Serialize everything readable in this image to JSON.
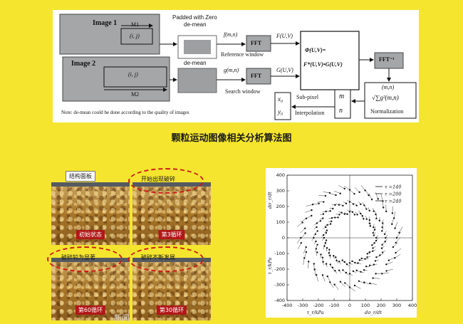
{
  "flow": {
    "image1": "Image 1",
    "image2": "Image 2",
    "m1": "M1",
    "m2": "M2",
    "ij_1": "(i, j)",
    "ij_2": "(i, j)",
    "padded_title_1": "Padded with Zero",
    "padded_title_2": "de-mean",
    "demean_2": "de-mean",
    "f_mn": "f(m,n)",
    "g_mn": "g(m,n)",
    "fft_1": "FFT",
    "fft_2": "FFT",
    "F_UV": "F(U,V)",
    "G_UV": "G(U,V)",
    "reference_window": "Reference window",
    "search_window": "Search window",
    "phi_line1": "Φ(U,V)=",
    "phi_line2": "F*(U,V)•G(U,V)",
    "fft_inv": "FFT⁻¹",
    "norm_top": "(m,n)",
    "norm_formula": "√∑g²(m,n)",
    "normalization": "Normalization",
    "subpixel": "Sub-pixel",
    "interpolation": "Interpolation",
    "x0": "x₀",
    "y0": "y₀",
    "m": "m",
    "n": "n",
    "note": "Note: de-mean could be done according to the quality of images"
  },
  "title": "颗粒运动图像相关分析算法图",
  "photos": {
    "structure_plate": "结构面板",
    "breaking_begins": "开始出现破碎",
    "breaking_obvious": "破碎较为显著",
    "breaking_develops": "破碎不断发展",
    "initial_state": "初始状态",
    "cycle_3": "第3循环",
    "cycle_60": "第60循环",
    "cycle_30": "第30循环"
  },
  "watermark": "新闻",
  "chart_data": {
    "type": "scatter",
    "x_ticks": [
      "-400",
      "-300",
      "-200",
      "-100",
      "0",
      "100",
      "200",
      "300",
      "400"
    ],
    "y_ticks": [
      "400",
      "300",
      "200",
      "100",
      "0",
      "-100",
      "-200",
      "-300",
      "-400"
    ],
    "xlim": [
      -400,
      400
    ],
    "ylim": [
      -400,
      400
    ],
    "xlabel_left": "τ_r/kPa",
    "xlabel_right": "dσ_r/dt",
    "ylabel_top": "dσ_r/dt",
    "ylabel_bottom": "τ_r/kPa",
    "legend_position": "top-right",
    "series": [
      {
        "name": "τ =140",
        "radius": 300
      },
      {
        "name": "τ =200",
        "radius": 220
      },
      {
        "name": "τ =240",
        "radius": 160
      }
    ]
  }
}
